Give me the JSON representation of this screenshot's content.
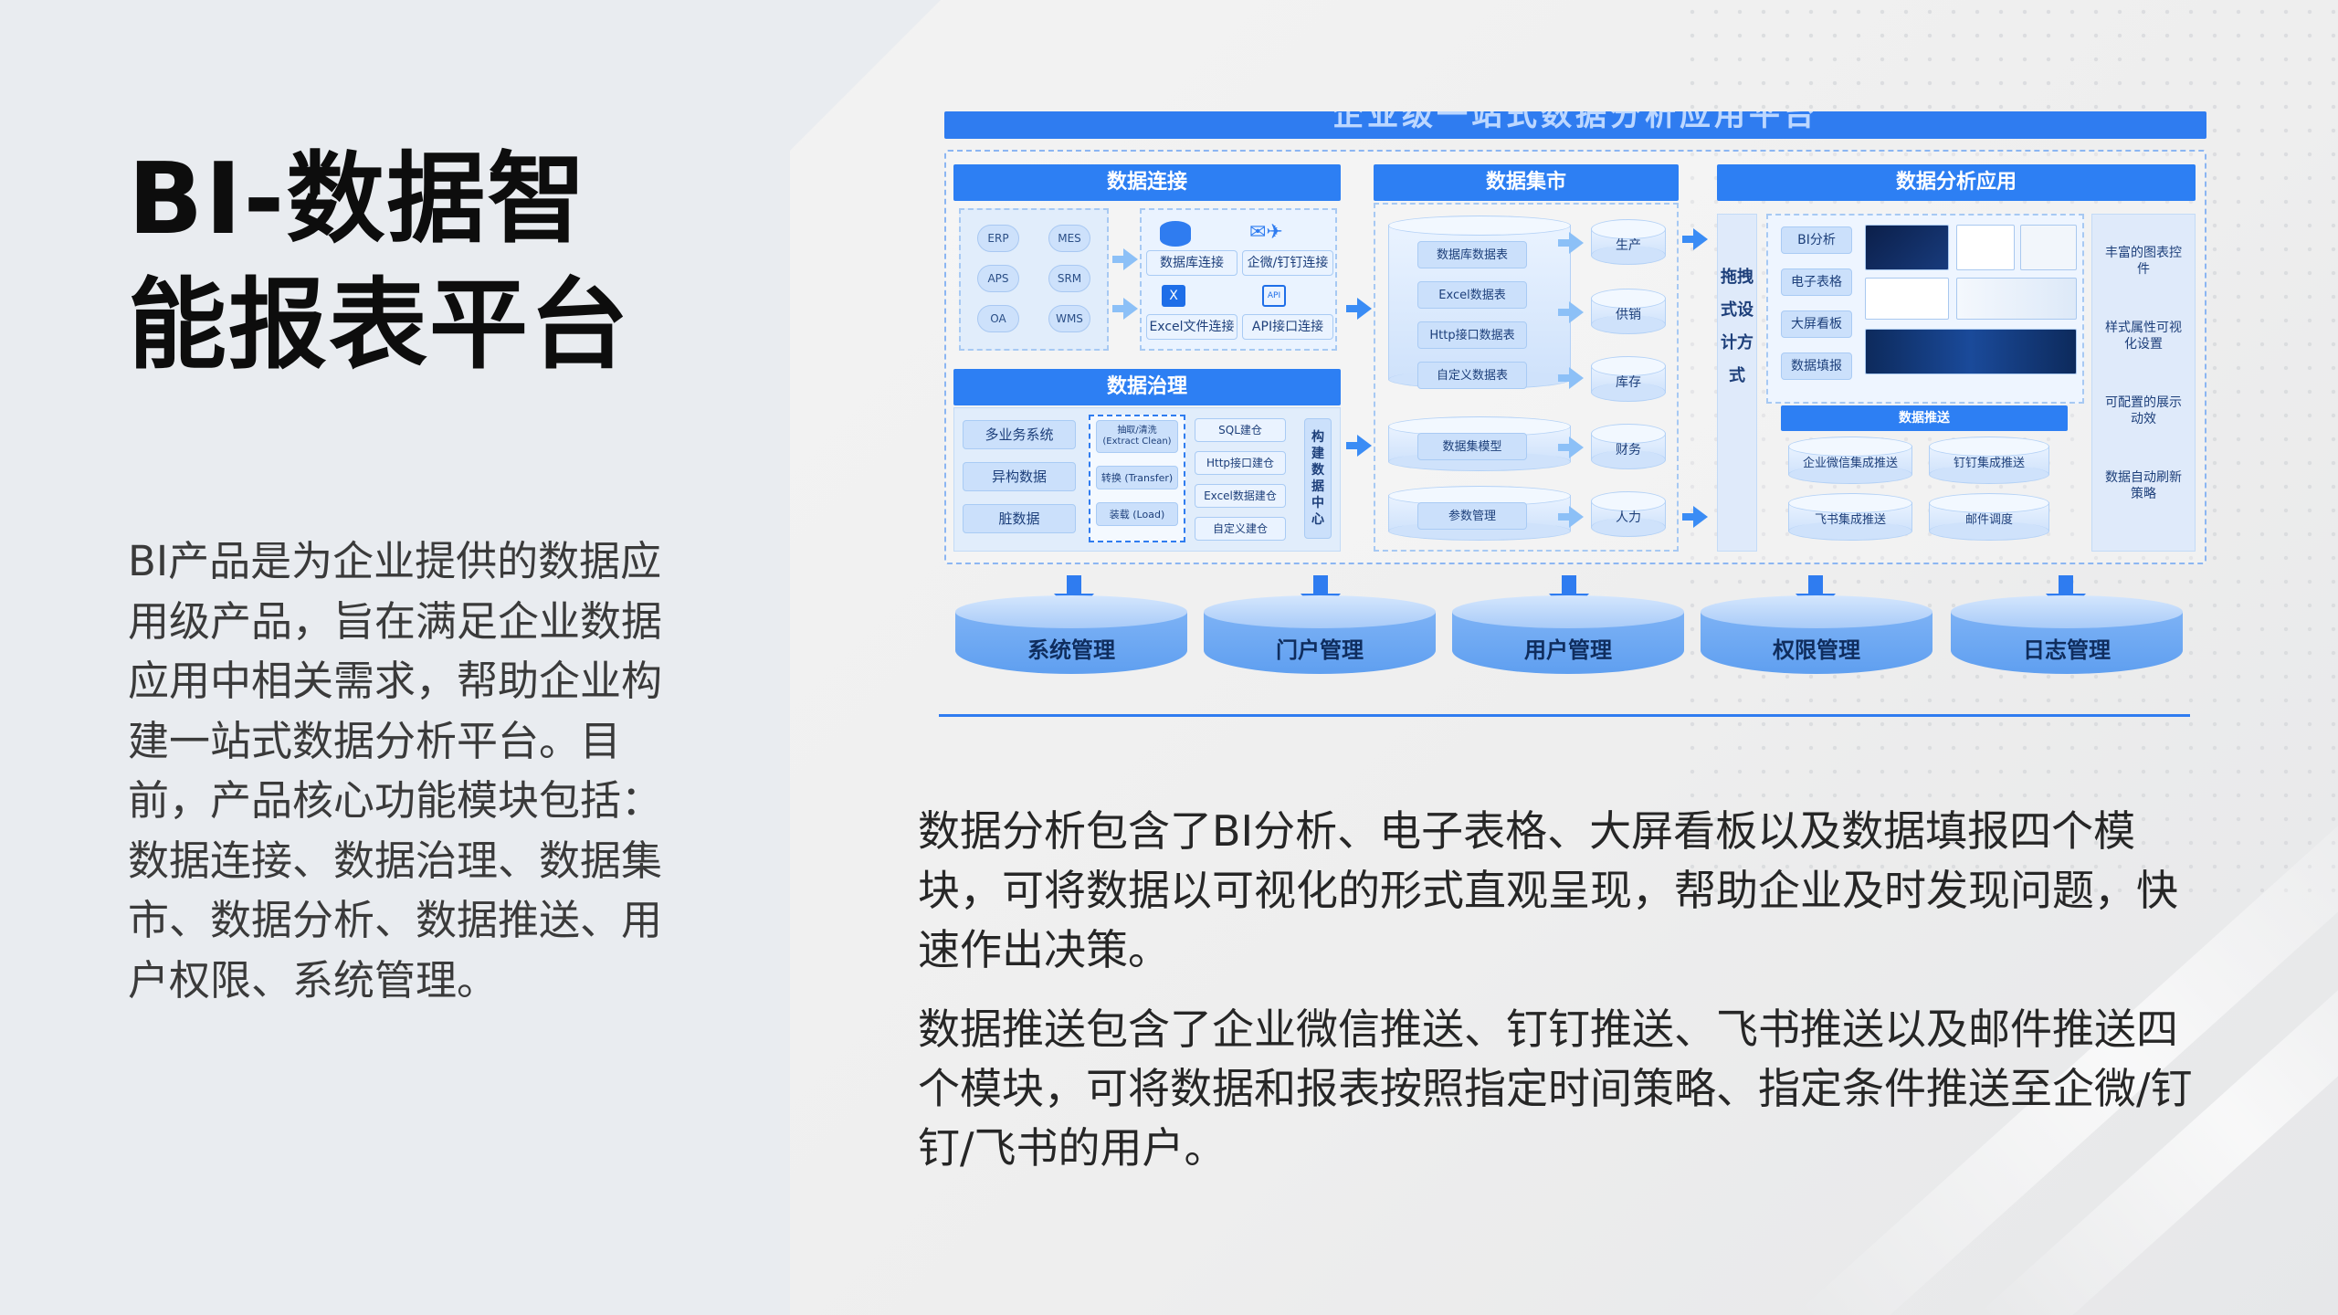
{
  "title_line1": "BI-数据智",
  "title_line2": "能报表平台",
  "left_description": "BI产品是为企业提供的数据应用级产品，旨在满足企业数据应用中相关需求，帮助企业构建一站式数据分析平台。目前，产品核心功能模块包括：数据连接、数据治理、数据集市、数据分析、数据推送、用户权限、系统管理。",
  "paragraph_analysis": "数据分析包含了BI分析、电子表格、大屏看板以及数据填报四个模块，可将数据以可视化的形式直观呈现，帮助企业及时发现问题，快速作出决策。",
  "paragraph_push": "数据推送包含了企业微信推送、钉钉推送、飞书推送以及邮件推送四个模块，可将数据和报表按照指定时间策略、指定条件推送至企微/钉钉/飞书的用户。",
  "diagram": {
    "top_banner": "企业级一站式数据分析应用平台",
    "data_connect": {
      "title": "数据连接",
      "systems": [
        "ERP",
        "MES",
        "APS",
        "SRM",
        "OA",
        "WMS"
      ],
      "connectors": [
        "数据库连接",
        "企微/钉钉连接",
        "Excel文件连接",
        "API接口连接"
      ]
    },
    "data_governance": {
      "title": "数据治理",
      "sources": [
        "多业务系统",
        "异构数据",
        "脏数据"
      ],
      "etl": [
        "抽取/清洗\n(Extract Clean)",
        "转换 (Transfer)",
        "装载 (Load)"
      ],
      "build": [
        "SQL建仓",
        "Http接口建仓",
        "Excel数据建仓",
        "自定义建仓"
      ],
      "center": "构建数据中心"
    },
    "data_mart": {
      "title": "数据集市",
      "tables": [
        "数据库数据表",
        "Excel数据表",
        "Http接口数据表",
        "自定义数据表"
      ],
      "model": "数据集模型",
      "params": "参数管理",
      "domains": [
        "生产",
        "供销",
        "库存",
        "财务",
        "人力"
      ]
    },
    "drag_design": "拖拽式设计方式",
    "data_analysis": {
      "title": "数据分析应用",
      "modules": [
        "BI分析",
        "电子表格",
        "大屏看板",
        "数据填报"
      ],
      "features": [
        "丰富的图表控件",
        "样式属性可视化设置",
        "可配置的展示动效",
        "数据自动刷新策略"
      ],
      "push_title": "数据推送",
      "push": [
        "企业微信集成推送",
        "钉钉集成推送",
        "飞书集成推送",
        "邮件调度"
      ]
    },
    "bottom": [
      "系统管理",
      "门户管理",
      "用户管理",
      "权限管理",
      "日志管理"
    ]
  },
  "colors": {
    "accent": "#2f7cf0",
    "left_panel": "#e9ecf0",
    "title": "#0d0d0d"
  }
}
